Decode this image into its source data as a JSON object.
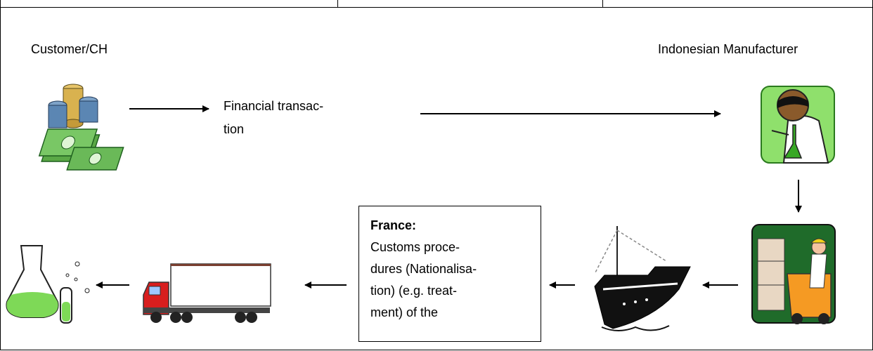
{
  "source_label": "Customer/CH",
  "manufacturer_label": "Indonesian Manufacturer",
  "transaction_lines": [
    "Financial transac-",
    "tion"
  ],
  "customs_box": {
    "title": "France:",
    "lines": [
      "Customs proce-",
      "dures (Nationalisa-",
      "tion) (e.g. treat-",
      "ment) of the"
    ]
  },
  "icons": [
    "money-icon",
    "scientist-icon",
    "forklift-worker-icon",
    "ship-icon",
    "truck-icon",
    "lab-flask-icon"
  ],
  "colors": {
    "money_green": "#6fbf5a",
    "lab_green": "#7ed957",
    "truck_red": "#d81e1e",
    "forklift_orange": "#f59a23",
    "ship_black": "#111111"
  }
}
